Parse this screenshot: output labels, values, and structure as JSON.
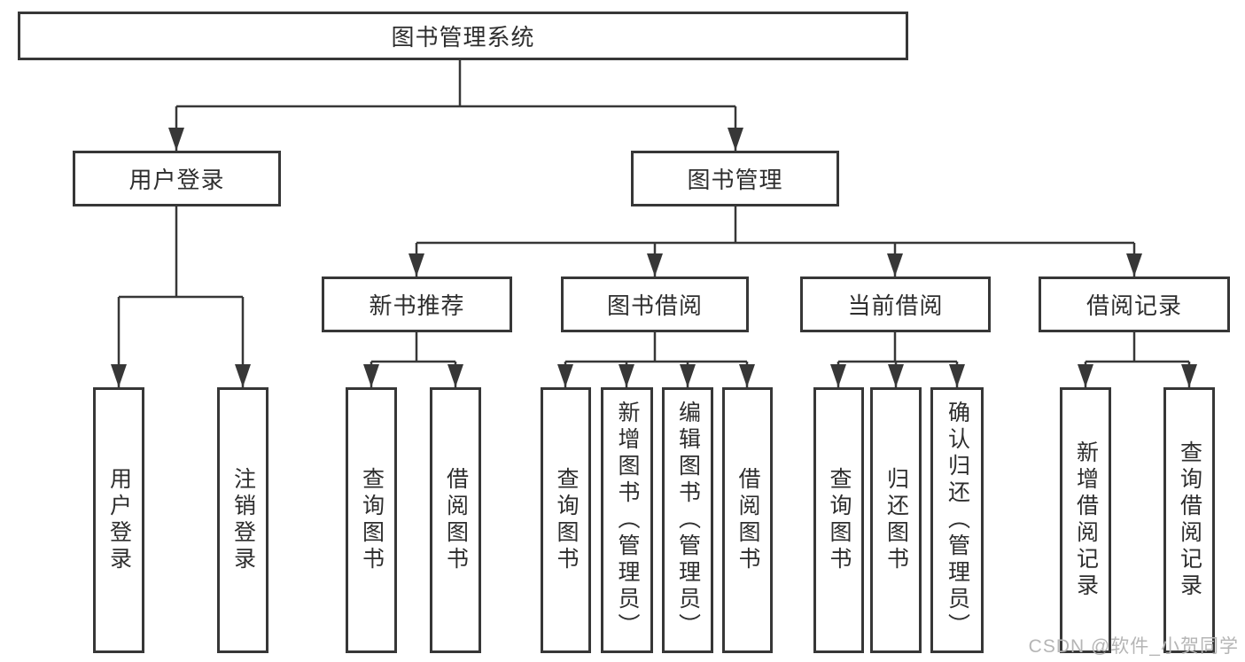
{
  "tree": {
    "label": "图书管理系统",
    "children": [
      {
        "label": "用户登录",
        "children": [
          {
            "label": "用户登录"
          },
          {
            "label": "注销登录"
          }
        ]
      },
      {
        "label": "图书管理",
        "children": [
          {
            "label": "新书推荐",
            "children": [
              {
                "label": "查询图书"
              },
              {
                "label": "借阅图书"
              }
            ]
          },
          {
            "label": "图书借阅",
            "children": [
              {
                "label": "查询图书"
              },
              {
                "label": "新增图书（管理员）"
              },
              {
                "label": "编辑图书（管理员）"
              },
              {
                "label": "借阅图书"
              }
            ]
          },
          {
            "label": "当前借阅",
            "children": [
              {
                "label": "查询图书"
              },
              {
                "label": "归还图书"
              },
              {
                "label": "确认归还（管理员）"
              }
            ]
          },
          {
            "label": "借阅记录",
            "children": [
              {
                "label": "新增借阅记录"
              },
              {
                "label": "查询借阅记录"
              }
            ]
          }
        ]
      }
    ]
  },
  "watermark": {
    "text": "CSDN @软件_小贺同学"
  },
  "colors": {
    "line": "#373737",
    "box_fill": "#ffffff",
    "text": "#2e2e2e",
    "watermark": "#b5b5b5"
  }
}
